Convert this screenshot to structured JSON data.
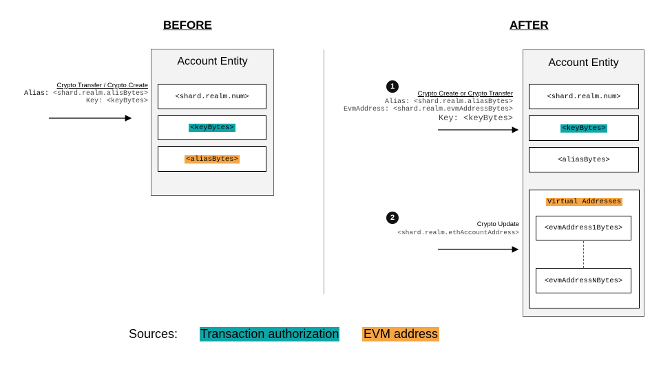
{
  "before": {
    "heading": "BEFORE",
    "entity_title": "Account Entity",
    "fields": [
      "<shard.realm.num>",
      "<keyBytes>",
      "<aliasBytes>"
    ],
    "source": {
      "title": "Crypto Transfer / Crypto Create",
      "lines": [
        {
          "key": "Alias:",
          "value": "<shard.realm.alisBytes>"
        },
        {
          "key": "Key:",
          "value": "<keyBytes>"
        }
      ]
    }
  },
  "after": {
    "heading": "AFTER",
    "entity_title": "Account Entity",
    "fields": [
      "<shard.realm.num>",
      "<keyBytes>",
      "<aliasBytes>"
    ],
    "virtual": {
      "title": "Virtual Addresses",
      "items": [
        "<evmAddress1Bytes>",
        "<evmAddressNBytes>"
      ]
    },
    "step1": {
      "badge": "1",
      "title": "Crypto Create or Crypto Transfer",
      "lines": [
        {
          "key": "Alias:",
          "value": "<shard.realm.aliasBytes>"
        },
        {
          "key": "EvmAddress:",
          "value": "<shard.realm.evmAddressBytes>"
        },
        {
          "key": "Key:",
          "value": "<keyBytes>"
        }
      ]
    },
    "step2": {
      "badge": "2",
      "title": "Crypto Update",
      "value": "<shard.realm.ethAccountAddress>"
    }
  },
  "legend": {
    "label": "Sources:",
    "items": [
      {
        "text": "Transaction authorization",
        "color": "#0ea5a8"
      },
      {
        "text": "EVM address",
        "color": "#f6a545"
      }
    ]
  }
}
